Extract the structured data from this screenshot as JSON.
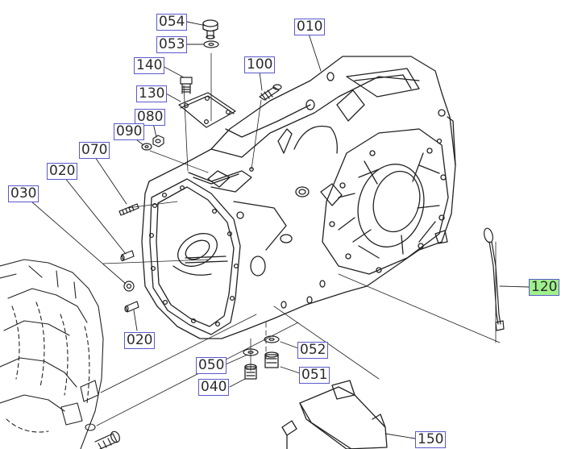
{
  "diagram": {
    "callouts": {
      "c054": "054",
      "c053": "053",
      "c010": "010",
      "c140": "140",
      "c100": "100",
      "c130": "130",
      "c080": "080",
      "c090": "090",
      "c070": "070",
      "c020a": "020",
      "c030": "030",
      "c020b": "020",
      "c050": "050",
      "c052": "052",
      "c040": "040",
      "c051": "051",
      "c120": "120",
      "c150": "150"
    },
    "highlighted": "120",
    "colors": {
      "label_border": "#5a5acb",
      "highlight": "#9ef08c",
      "ink": "#222222"
    }
  }
}
